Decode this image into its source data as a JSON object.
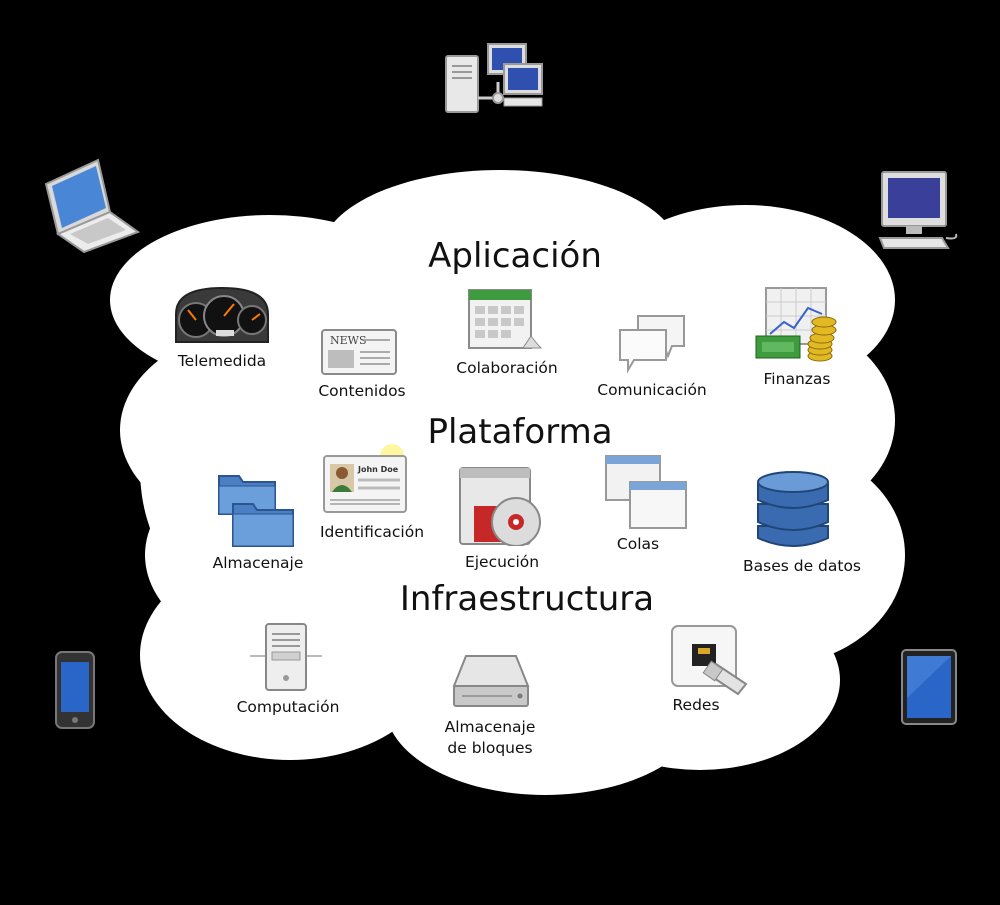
{
  "layers": {
    "app": {
      "title": "Aplicación",
      "items": [
        {
          "label": "Telemedida",
          "icon": "dashboard-gauge-icon"
        },
        {
          "label": "Contenidos",
          "icon": "newspaper-icon"
        },
        {
          "label": "Colaboración",
          "icon": "calendar-icon"
        },
        {
          "label": "Comunicación",
          "icon": "chat-bubbles-icon"
        },
        {
          "label": "Finanzas",
          "icon": "finance-chart-money-icon"
        }
      ]
    },
    "platform": {
      "title": "Plataforma",
      "items": [
        {
          "label": "Almacenaje",
          "icon": "folders-icon"
        },
        {
          "label": "Identificación",
          "icon": "id-card-icon",
          "card_name": "John Doe"
        },
        {
          "label": "Ejecución",
          "icon": "runtime-disc-icon"
        },
        {
          "label": "Colas",
          "icon": "queue-windows-icon"
        },
        {
          "label": "Bases de datos",
          "icon": "database-icon"
        }
      ]
    },
    "infra": {
      "title": "Infraestructura",
      "items": [
        {
          "label": "Computación",
          "icon": "server-icon"
        },
        {
          "label": "Almacenaje\nde bloques",
          "label_line1": "Almacenaje",
          "label_line2": "de bloques",
          "icon": "hard-drive-icon"
        },
        {
          "label": "Redes",
          "icon": "network-port-icon"
        }
      ]
    }
  },
  "devices": [
    {
      "name": "network-computers",
      "icon": "networked-computers-icon"
    },
    {
      "name": "laptop",
      "icon": "laptop-icon"
    },
    {
      "name": "desktop",
      "icon": "desktop-monitor-icon"
    },
    {
      "name": "smartphone",
      "icon": "smartphone-icon"
    },
    {
      "name": "tablet",
      "icon": "tablet-icon"
    }
  ],
  "colors": {
    "background": "#000000",
    "cloud": "#ffffff",
    "text": "#111111"
  }
}
